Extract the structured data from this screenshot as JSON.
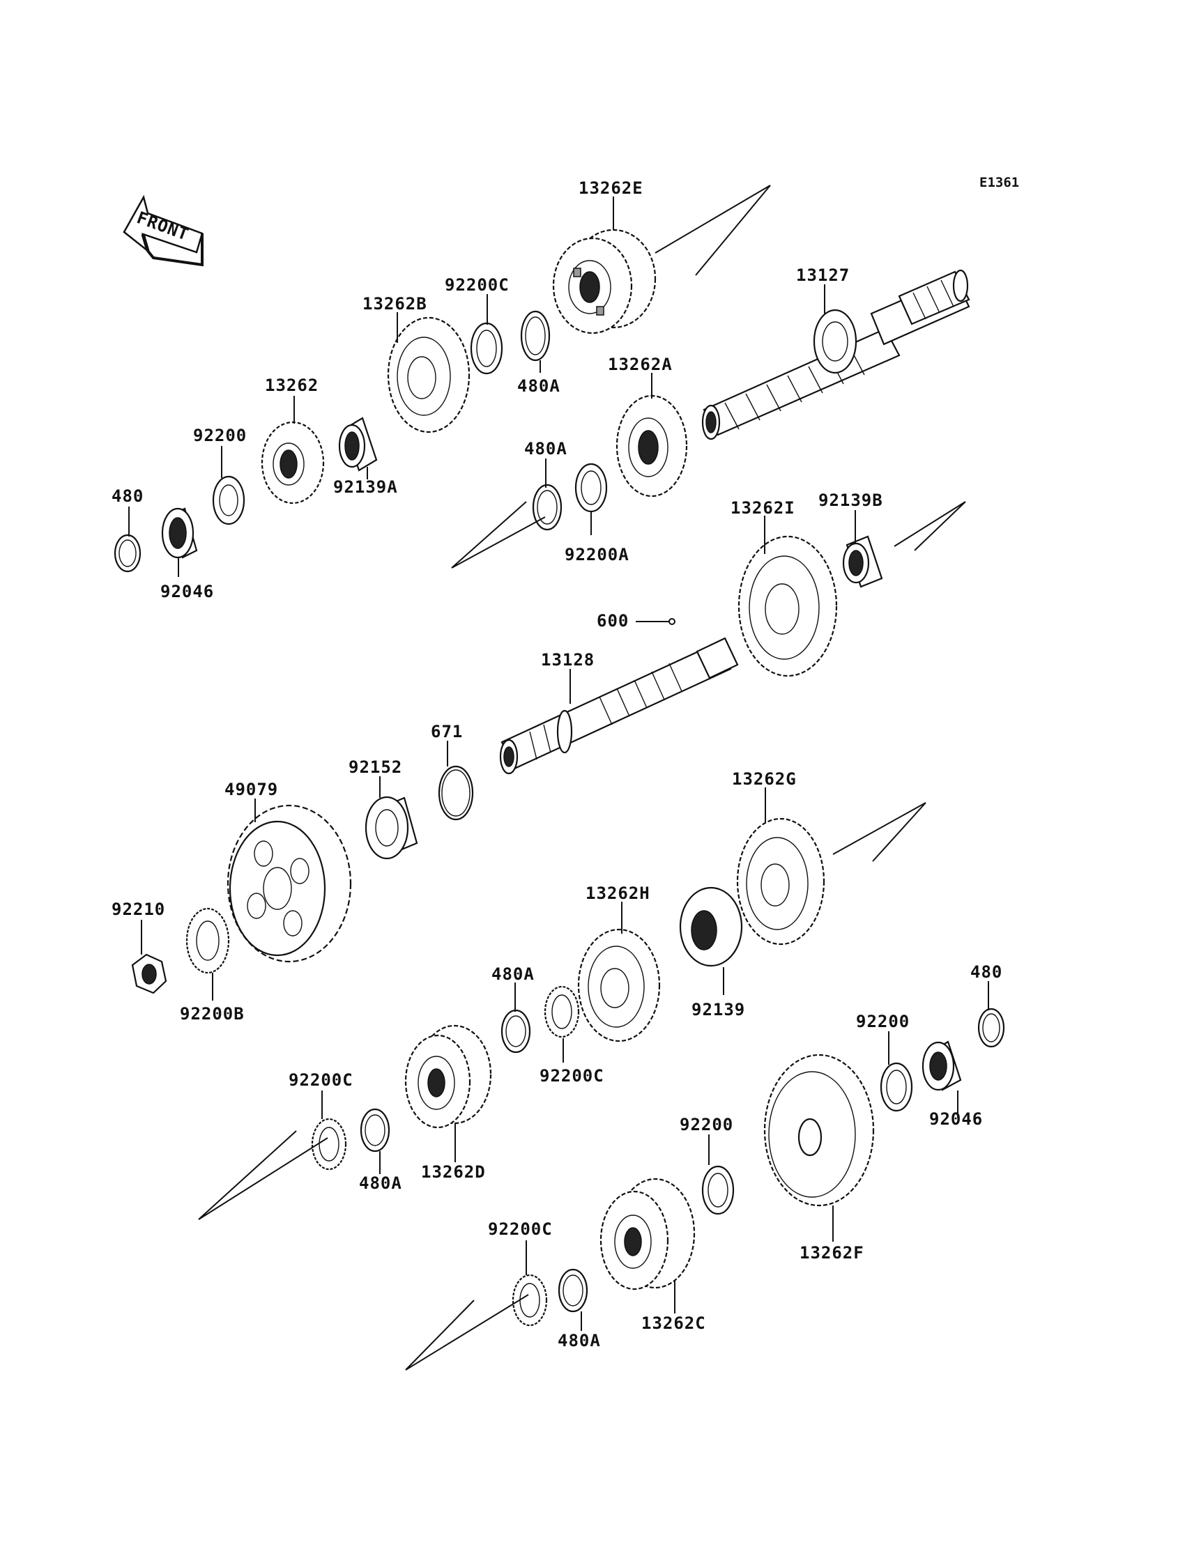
{
  "diagram_code": "E1361",
  "front_label": "FRONT",
  "labels": {
    "l13262E": "13262E",
    "l13127": "13127",
    "l92200C_top": "92200C",
    "l13262B": "13262B",
    "l480A_top": "480A",
    "l13262": "13262",
    "l13262A": "13262A",
    "l92200_left": "92200",
    "l92139A": "92139A",
    "l480A_mid": "480A",
    "l480_left": "480",
    "l92200A": "92200A",
    "l92046_left": "92046",
    "l13262I": "13262I",
    "l92139B": "92139B",
    "l600": "600",
    "l13128": "13128",
    "l671": "671",
    "l92152": "92152",
    "l49079": "49079",
    "l13262G": "13262G",
    "l92210": "92210",
    "l13262H": "13262H",
    "l92200B": "92200B",
    "l480A_low": "480A",
    "l92139": "92139",
    "l480_right": "480",
    "l92200_right": "92200",
    "l92200C_mid": "92200C",
    "l92200C_left": "92200C",
    "l92046_right": "92046",
    "l480A_lower": "480A",
    "l13262D": "13262D",
    "l92200_low": "92200",
    "l92200C_bottom": "92200C",
    "l13262F": "13262F",
    "l480A_bottom": "480A",
    "l13262C": "13262C"
  }
}
